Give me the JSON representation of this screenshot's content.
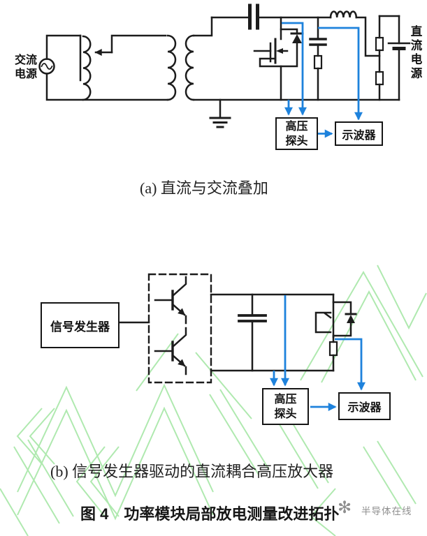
{
  "circuit_a": {
    "caption": "(a) 直流与交流叠加",
    "ac_source_label": "交流电源",
    "dc_source_label": "直流电源",
    "probe_label": "高压探头",
    "oscilloscope_label": "示波器"
  },
  "circuit_b": {
    "caption": "(b) 信号发生器驱动的直流耦合高压放大器",
    "signal_generator_label": "信号发生器",
    "probe_label": "高压探头",
    "oscilloscope_label": "示波器"
  },
  "figure_caption": "图 4　功率模块局部放电测量改进拓扑",
  "watermark": {
    "brand": "半导体在线",
    "logo_glyph": "✻"
  },
  "colors": {
    "wire": "#1c1c1c",
    "probe_line": "#1e82dc",
    "watermark_green": "#a7e7a7",
    "watermark_gray": "#8f8f8f"
  }
}
